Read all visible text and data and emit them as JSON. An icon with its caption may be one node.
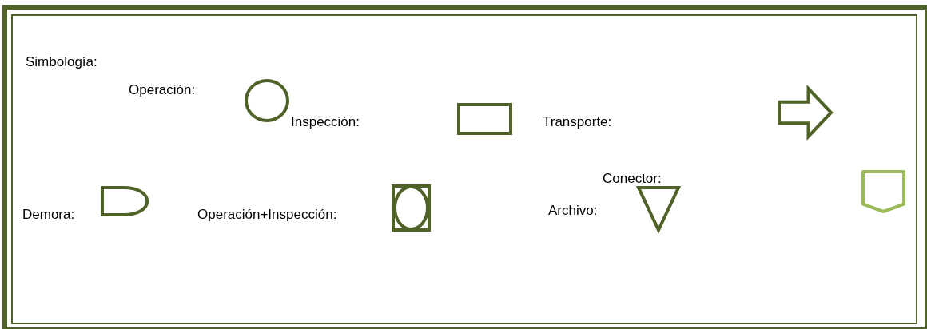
{
  "diagram": {
    "title": "Simbología:",
    "legend": [
      {
        "text": "Operación:"
      },
      {
        "text": "Inspección:"
      },
      {
        "text": "Transporte:"
      },
      {
        "text": "Conector:"
      },
      {
        "text": "Demora:"
      },
      {
        "text": "Operación+Inspección:"
      },
      {
        "text": "Archivo:"
      }
    ]
  }
}
